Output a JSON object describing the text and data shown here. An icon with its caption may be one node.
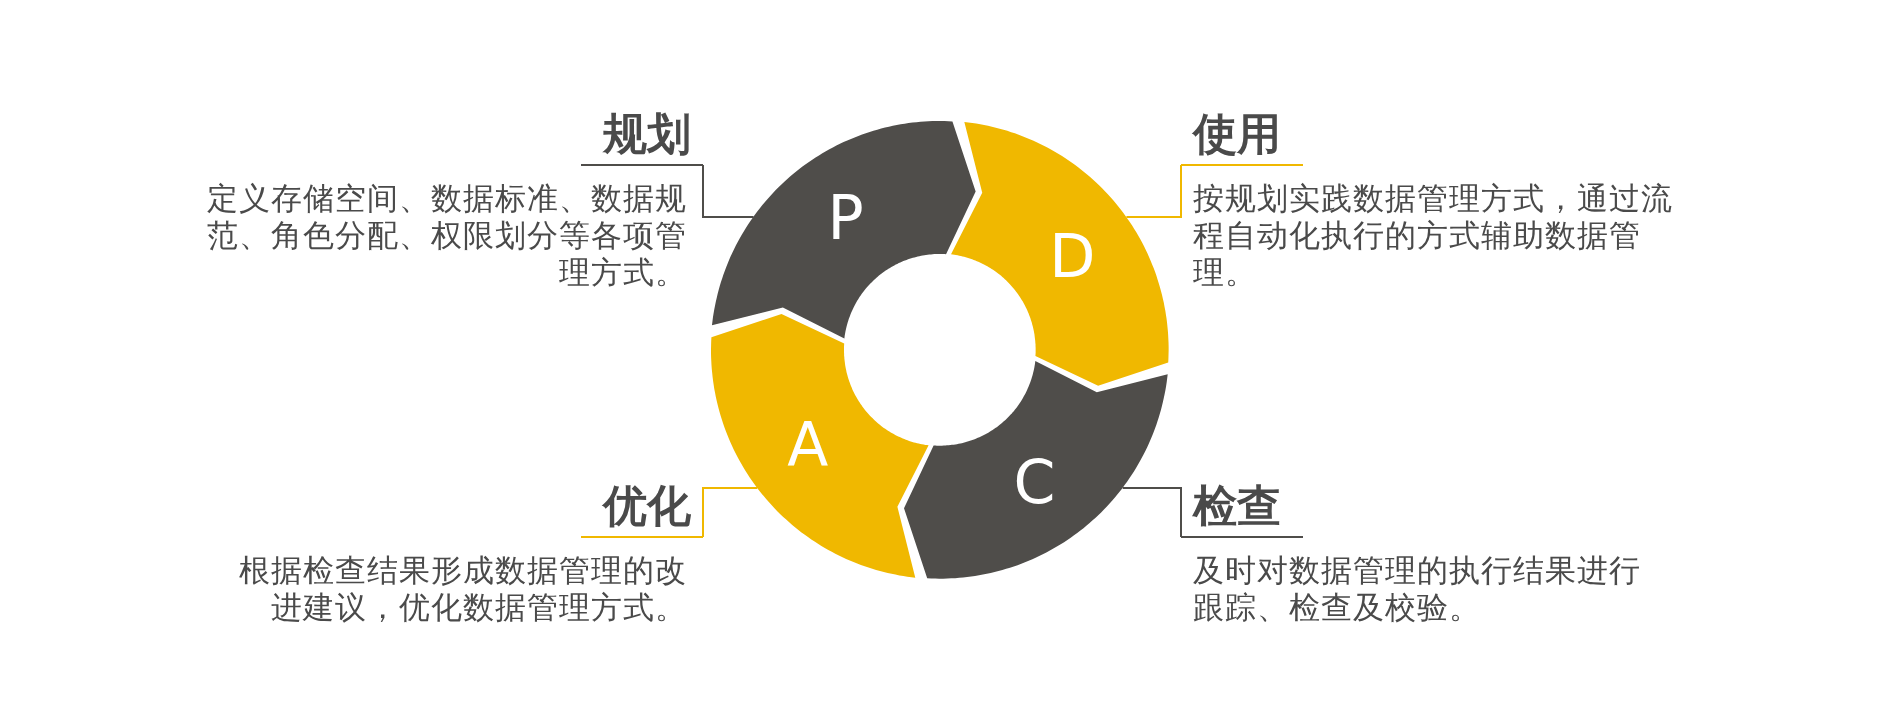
{
  "diagram": {
    "nodes": [
      {
        "text": [
          "P"
        ]
      },
      {
        "text": [
          "D"
        ]
      },
      {
        "text": [
          "C"
        ]
      },
      {
        "text": [
          "A"
        ]
      },
      {
        "text": [
          "规划",
          "定义存储空间、数据标准、数据规范、角色分配、权限划分等各项管理方式。"
        ]
      },
      {
        "text": [
          "使用",
          "按规划实践数据管理方式，通过流程自动化执行的方式辅助数据管理。"
        ]
      },
      {
        "text": [
          "检查",
          "及时对数据管理的执行结果进行跟踪、检查及校验。"
        ]
      },
      {
        "text": [
          "优化",
          "根据检查结果形成数据管理的改进建议，优化数据管理方式。"
        ]
      }
    ],
    "edges": [
      {
        "from": 4,
        "to": 0,
        "arrow": "none",
        "color": "#4f4d4a"
      },
      {
        "from": 5,
        "to": 1,
        "arrow": "none",
        "color": "#f0b800"
      },
      {
        "from": 6,
        "to": 2,
        "arrow": "none",
        "color": "#4f4d4a"
      },
      {
        "from": 7,
        "to": 3,
        "arrow": "none",
        "color": "#f0b800"
      }
    ]
  }
}
